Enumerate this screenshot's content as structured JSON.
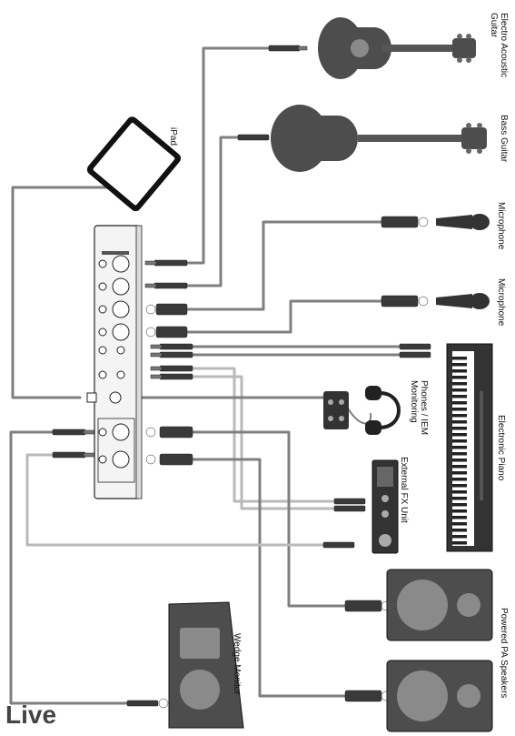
{
  "diagram": {
    "title": "Live",
    "labels": {
      "electro_acoustic_guitar": "Electro Acoustic Guitar",
      "bass_guitar": "Bass Guitar",
      "microphone_1": "Microphone",
      "microphone_2": "Microphone",
      "electronic_piano": "Electronic Piano",
      "phones_iem": "Phones / IEM Monitoring",
      "external_fx": "External FX Unit",
      "powered_pa": "Powered PA Speakers",
      "wedge_monitor": "Wedge Monitor",
      "ipad": "iPad"
    },
    "colors": {
      "cable_dark": "#7f7f7f",
      "cable_light": "#b9b9b9",
      "device": "#4d4d4d",
      "device_light": "#8a8a8a",
      "outline": "#222222"
    }
  }
}
